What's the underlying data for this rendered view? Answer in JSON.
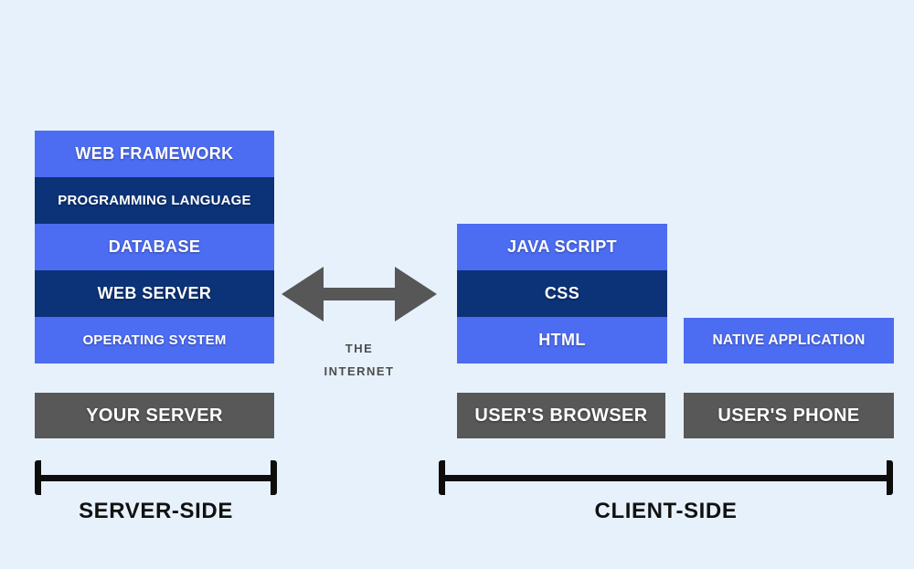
{
  "colors": {
    "background": "#e7f1fb",
    "medium_blue": "#4c6cf2",
    "dark_blue": "#0c3277",
    "gray_box": "#585858",
    "arrow_gray": "#575757",
    "bracket_black": "#0d0d0d",
    "internet_text": "#4d4d4d"
  },
  "server_stack": {
    "items": [
      {
        "label": "WEB FRAMEWORK"
      },
      {
        "label": "PROGRAMMING LANGUAGE"
      },
      {
        "label": "DATABASE"
      },
      {
        "label": "WEB SERVER"
      },
      {
        "label": "OPERATING SYSTEM"
      }
    ]
  },
  "client_stack": {
    "items": [
      {
        "label": "JAVA SCRIPT"
      },
      {
        "label": "CSS"
      },
      {
        "label": "HTML"
      }
    ]
  },
  "boxes": {
    "your_server": "YOUR SERVER",
    "native_application": "NATIVE APPLICATION",
    "users_browser": "USER'S BROWSER",
    "users_phone": "USER'S PHONE"
  },
  "internet": {
    "line1": "THE",
    "line2": "INTERNET"
  },
  "sections": {
    "server_side": "SERVER-SIDE",
    "client_side": "CLIENT-SIDE"
  }
}
